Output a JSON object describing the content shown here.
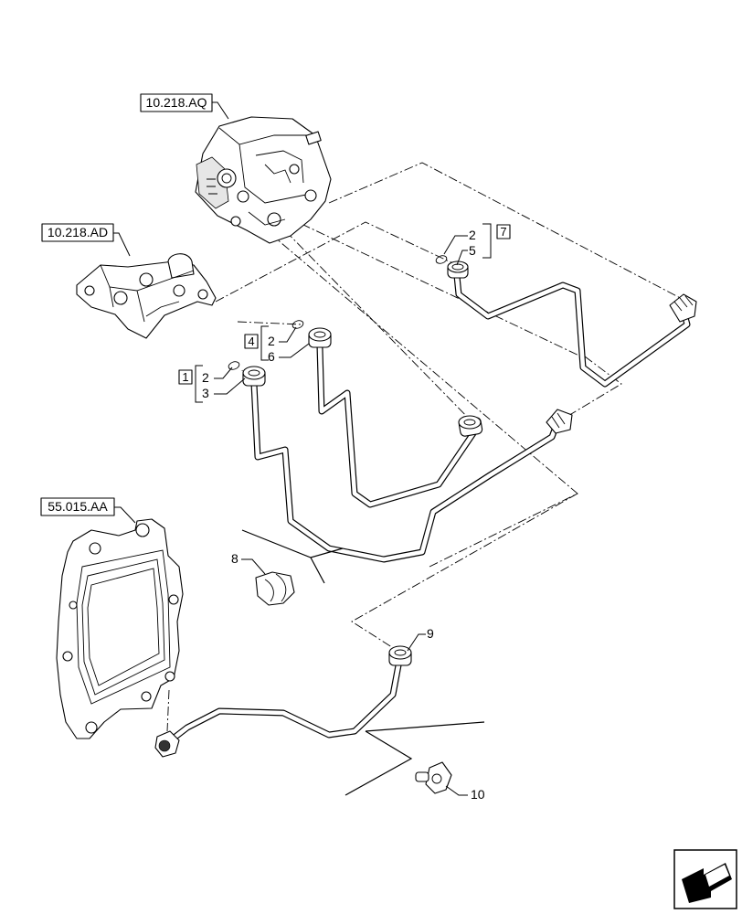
{
  "references": {
    "pump": "10.218.AQ",
    "bracket": "10.218.AD",
    "module": "55.015.AA"
  },
  "callouts": {
    "group_top_right": {
      "items": [
        "2",
        "5"
      ],
      "kit": "7"
    },
    "group_middle": {
      "items": [
        "2",
        "6"
      ],
      "kit": "4"
    },
    "group_left": {
      "items": [
        "2",
        "3"
      ],
      "kit": "1"
    },
    "clip": "8",
    "fitting": "9",
    "sensor": "10"
  },
  "navigation": {
    "icon": "arrow-back-icon"
  }
}
